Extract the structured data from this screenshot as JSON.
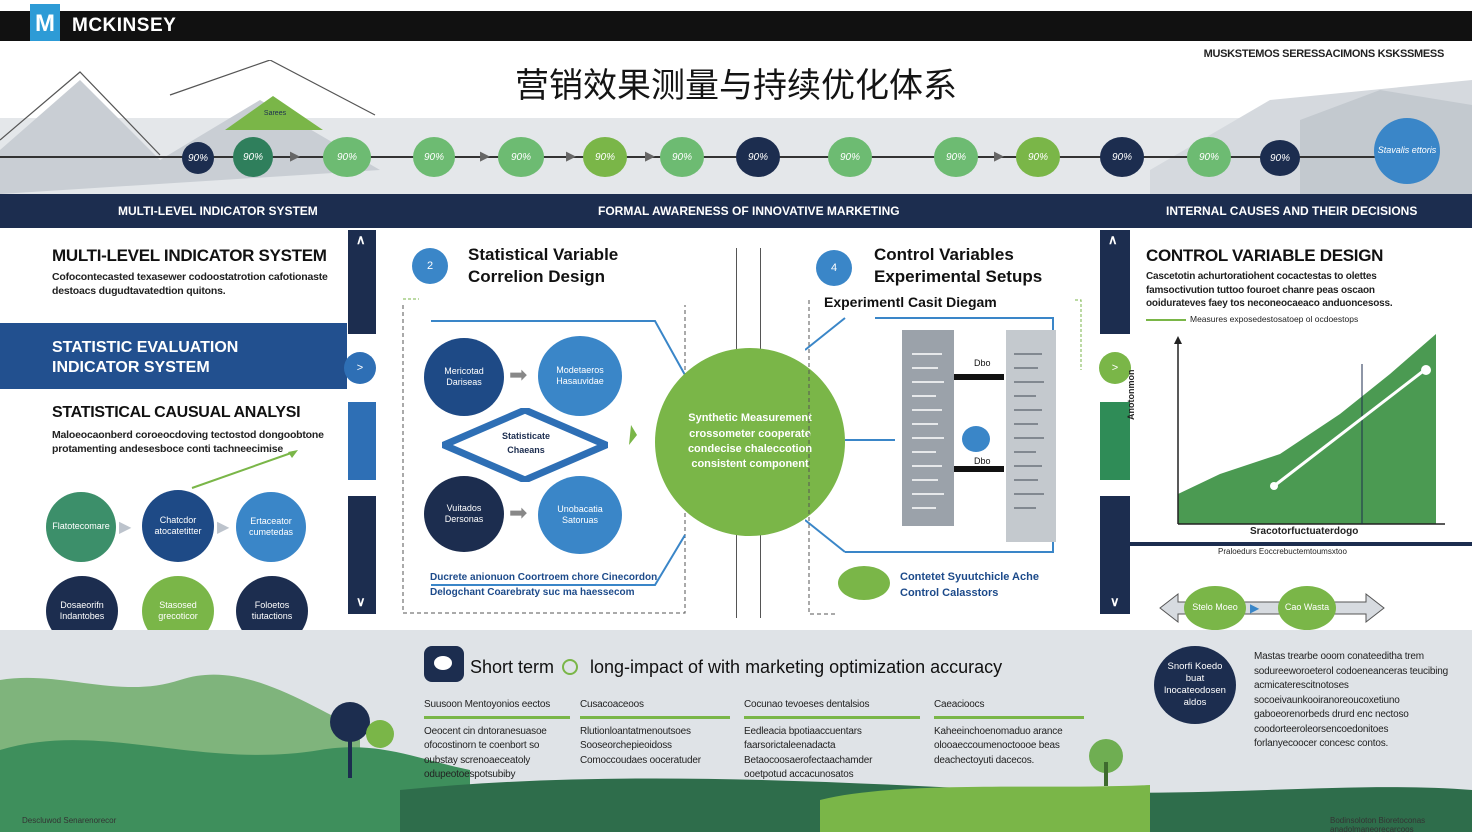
{
  "header": {
    "logo_letter": "M",
    "brand": "MCKINSEY",
    "title": "营销效果测量与持续优化体系",
    "top_right_note": "MUSKSTEMOS SERESSACIMONS KSKSSMESS"
  },
  "timeline": {
    "nodes": [
      "90%",
      "90%",
      "90%",
      "90%",
      "90%",
      "90%",
      "90%",
      "90%",
      "90%",
      "90%",
      "90%",
      "90%",
      "90%",
      "90%"
    ],
    "peak_label": "Sarees",
    "end_node": "Stavalis ettoris"
  },
  "nav": {
    "left": "MULTI-LEVEL INDICATOR SYSTEM",
    "center": "FORMAL AWARENESS OF INNOVATIVE MARKETING",
    "right": "INTERNAL CAUSES AND THEIR DECISIONS"
  },
  "left_panel": {
    "heading": "MULTI-LEVEL INDICATOR SYSTEM",
    "body": "Cofocontecasted texasewer codoostatrotion cafotionaste destoacs dugudtavatedtion quitons.",
    "band_line1": "STATISTIC EVALUATION",
    "band_line2": "INDICATOR SYSTEM",
    "analysis_heading": "STATISTICAL CAUSUAL ANALYSI",
    "analysis_body": "Maloeocaonberd coroeocdoving tectostod dongoobtone protamenting andesesboce conti tachneecimise",
    "nodes": [
      "Flatotecomare",
      "Chatcdor atocatetitter",
      "Ertaceator cumetedas",
      "Dosaeorifn Indantobes",
      "Stasosed grecoticor",
      "Foloetos tiutactions"
    ]
  },
  "center_left": {
    "step": "2",
    "title_line1": "Statistical Variable",
    "title_line2": "Correlion Design",
    "nodes": [
      "Mericotad Dariseas",
      "Modetaeros Hasauvidae",
      "Statisticate Chaeans",
      "Vuitados Dersonas",
      "Unobacatia Satoruas"
    ],
    "caption_line1": "Ducrete anionuon Coortroem chore Cinecordon",
    "caption_line2": "Delogchant Coarebraty suc ma haessecom"
  },
  "hub": {
    "text": "Synthetic Measurement crossometer cooperate condecise chaleccotion consistent component"
  },
  "center_right": {
    "step": "4",
    "title_line1": "Control Variables",
    "title_line2": "Experimental Setups",
    "subtitle": "Experimentl Casit Diegam",
    "col_label_a": "Dbo",
    "col_label_b": "Dbo",
    "caption_line1": "Contetet Syuutchicle Ache",
    "caption_line2": "Control Calasstors"
  },
  "right_panel": {
    "heading": "CONTROL VARIABLE DESIGN",
    "body": "Cascetotin achurtoratiohent cocactestas to olettes famsoctivution tuttoo fouroet chanre peas oscaon ooidurateves faey tos neconeocaeaco anduoncesoss.",
    "legend": "Measures exposedestosatoep ol ocdoestops",
    "chart_ylabel": "Anotonmon",
    "chart_xlabel": "Sracotorfuctuaterdogo",
    "chart_note": "Praloedurs Eoccrebuctemtoumsxtoo",
    "bubble_a": "Stelo Moeo",
    "bubble_b": "Cao Wasta"
  },
  "bottom": {
    "heading_a": "Short term",
    "heading_b": "long-impact of with marketing optimization accuracy",
    "col1_head": "Suusoon Mentoyonios eectos",
    "col1": [
      "Oeocent cin dntoranesuasoe",
      "ofocostinorn te coenbort so",
      "oubstay screnoaeceatoly",
      "odupeotoespotsubiby"
    ],
    "col2_head": "Cusacoaceoos",
    "col2": [
      "Rlutionloantatmenoutsoes",
      "Sooseorchepieoidoss",
      "Comoccoudaes ooceratuder"
    ],
    "col3_head": "Cocunao tevoeses dentalsios",
    "col3": [
      "Eedleacia bpotiaaccuentars",
      "faarsorictaleenadacta",
      "Betaocoosaerofectaachamder",
      "ooetpotud accacunosatos"
    ],
    "col4_head": "Caeacioocs",
    "col4": [
      "Kaheeinchoenomaduo arance",
      "olooaeccoumenoctoooe beas",
      "deachectoyuti dacecos."
    ],
    "circle": "Snorfi Koedo buat lnocateodosen aldos",
    "right_text": "Mastas trearbe ooom conateeditha trem sodureeworoeterol codoeneanceras teucibing acmicaterescitnotoses socoeivaunkooiranoreoucoxetiuno gaboeorenorbeds drurd enc nectoso coodorteeroleorsencoedonitoes forlanyecoocer concesc contos.",
    "footnote_left": "Descluwod Senarenorecor",
    "footnote_right": "Bodinsoloton Bioretoconas anadolmaneorecarcoos"
  },
  "colors": {
    "navy": "#1c2d4f",
    "green": "#7ab648",
    "blue": "#3a86c8",
    "teal": "#2f7f5c"
  }
}
